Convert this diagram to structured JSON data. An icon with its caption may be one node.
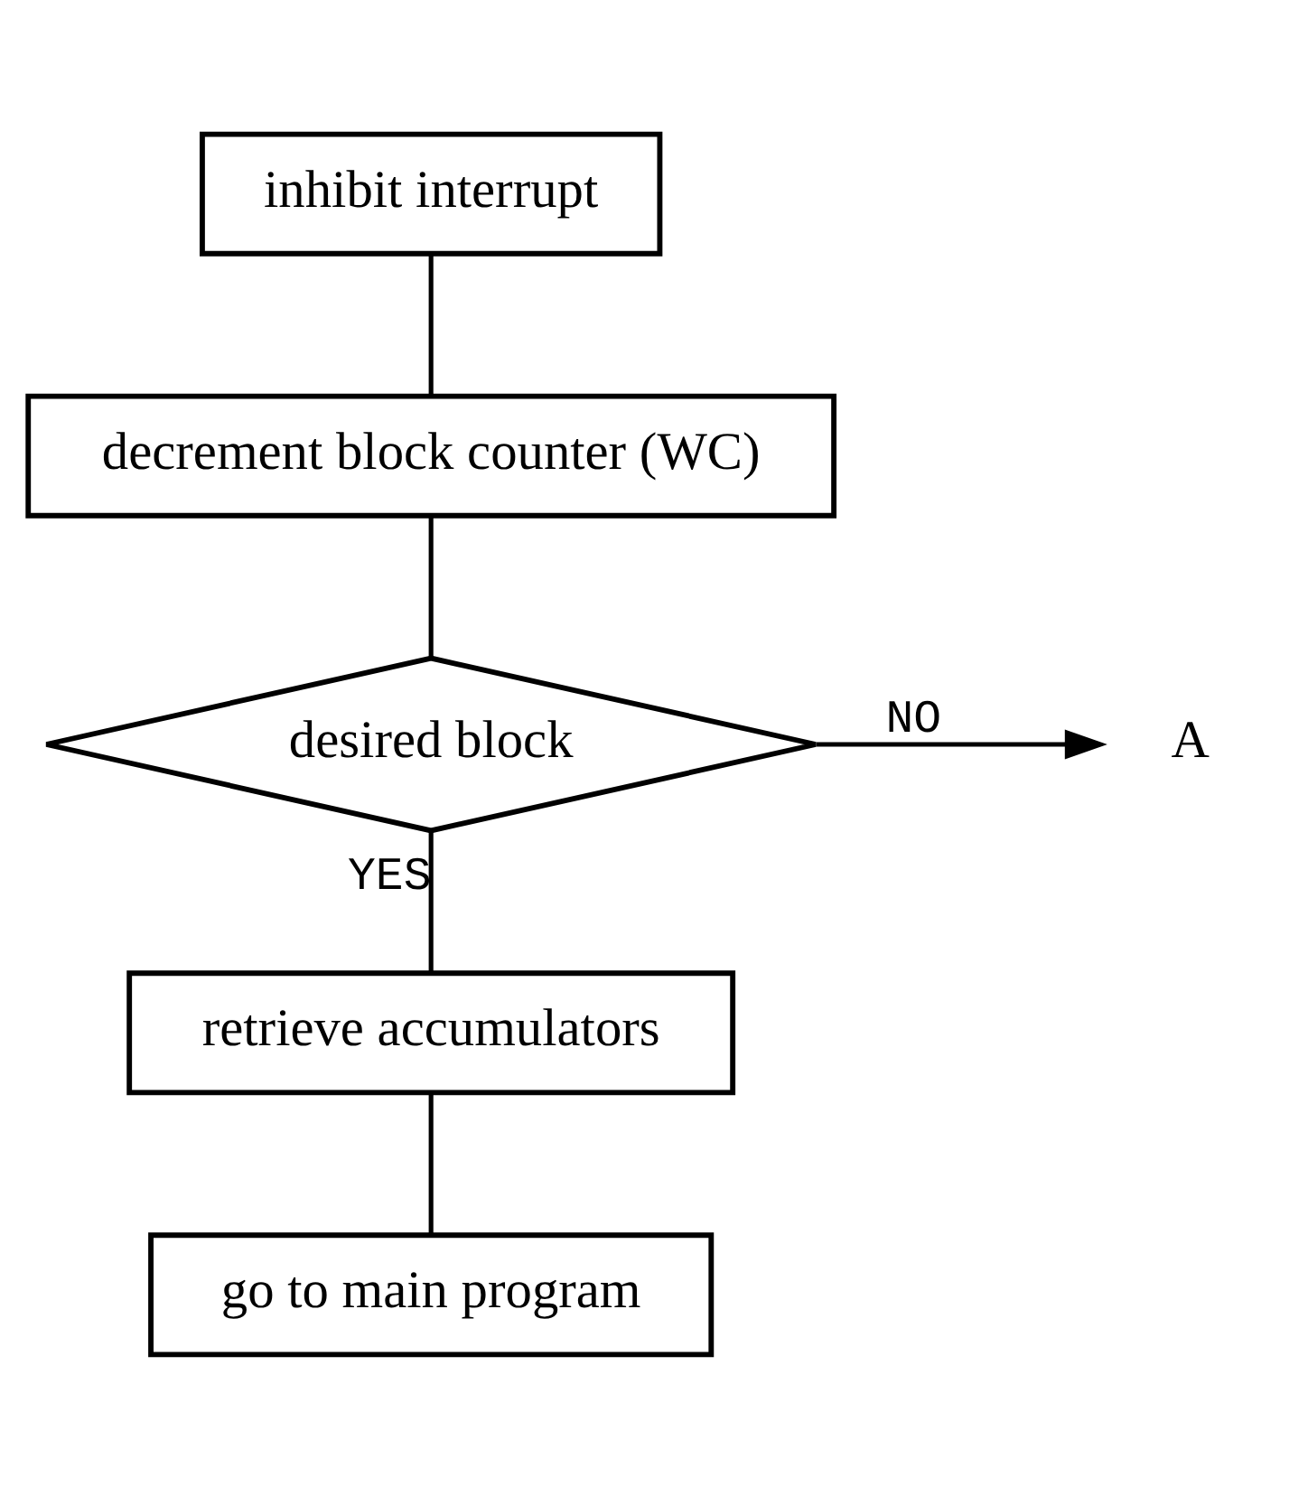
{
  "diagram": {
    "nodes": [
      {
        "text": [
          "inhibit interrupt"
        ]
      },
      {
        "text": [
          "decrement block counter (WC)"
        ]
      },
      {
        "text": [
          "desired block"
        ]
      },
      {
        "text": [
          "retrieve accumulators"
        ]
      },
      {
        "text": [
          "go to main program"
        ]
      },
      {
        "text": [
          "A"
        ]
      }
    ],
    "edges": [
      {
        "from": 0,
        "to": 1,
        "arrow": "none"
      },
      {
        "from": 1,
        "to": 2,
        "arrow": "none"
      },
      {
        "from": 2,
        "to": 5,
        "arrow": "to",
        "label": "NO"
      },
      {
        "from": 2,
        "to": 3,
        "arrow": "none",
        "label": "YES"
      },
      {
        "from": 3,
        "to": 4,
        "arrow": "none"
      }
    ]
  }
}
